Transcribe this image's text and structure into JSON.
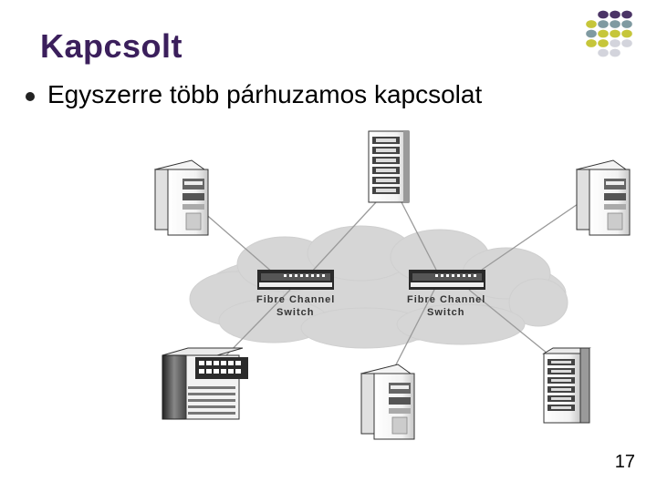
{
  "slide": {
    "title": "Kapcsolt",
    "bullet": "Egyszerre több párhuzamos kapcsolat",
    "page_number": "17"
  },
  "diagram": {
    "switch_left": {
      "line1": "Fibre Channel",
      "line2": "Switch"
    },
    "switch_right": {
      "line1": "Fibre Channel",
      "line2": "Switch"
    }
  },
  "colors": {
    "title": "#3b1f5c",
    "dot_purple": "#4b3466",
    "dot_teal": "#7f9aa1",
    "dot_yellow": "#c6c63a",
    "dot_gray": "#d3d4dc",
    "cloud": "#d4d4d4",
    "link": "#999999"
  }
}
